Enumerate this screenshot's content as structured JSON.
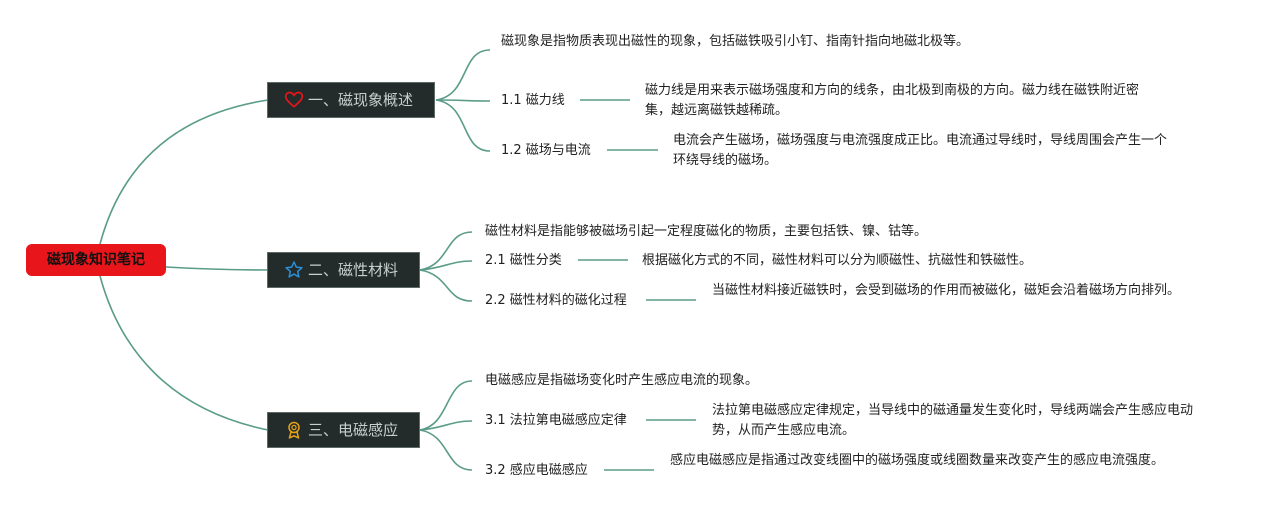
{
  "root": {
    "label": "磁现象知识笔记"
  },
  "branches": [
    {
      "label": "一、磁现象概述",
      "icon": "heart-icon",
      "intro": "磁现象是指物质表现出磁性的现象，包括磁铁吸引小钉、指南针指向地磁北极等。",
      "items": [
        {
          "label": "1.1 磁力线",
          "desc": "磁力线是用来表示磁场强度和方向的线条，由北极到南极的方向。磁力线在磁铁附近密集，越远离磁铁越稀疏。"
        },
        {
          "label": "1.2 磁场与电流",
          "desc": "电流会产生磁场，磁场强度与电流强度成正比。电流通过导线时，导线周围会产生一个环绕导线的磁场。"
        }
      ]
    },
    {
      "label": "二、磁性材料",
      "icon": "star-icon",
      "intro": "磁性材料是指能够被磁场引起一定程度磁化的物质，主要包括铁、镍、钴等。",
      "items": [
        {
          "label": "2.1 磁性分类",
          "desc": "根据磁化方式的不同，磁性材料可以分为顺磁性、抗磁性和铁磁性。"
        },
        {
          "label": "2.2 磁性材料的磁化过程",
          "desc": "当磁性材料接近磁铁时，会受到磁场的作用而被磁化，磁矩会沿着磁场方向排列。"
        }
      ]
    },
    {
      "label": "三、电磁感应",
      "icon": "award-icon",
      "intro": "电磁感应是指磁场变化时产生感应电流的现象。",
      "items": [
        {
          "label": "3.1 法拉第电磁感应定律",
          "desc": "法拉第电磁感应定律规定，当导线中的磁通量发生变化时，导线两端会产生感应电动势，从而产生感应电流。"
        },
        {
          "label": "3.2 感应电磁感应",
          "desc": "感应电磁感应是指通过改变线圈中的磁场强度或线圈数量来改变产生的感应电流强度。"
        }
      ]
    }
  ],
  "colors": {
    "link": "#5a9c88",
    "root_bg": "#e8151b",
    "branch_bg": "#232b2b",
    "heart": "#e8151b",
    "star": "#2a8fd6",
    "award": "#e8a317"
  }
}
